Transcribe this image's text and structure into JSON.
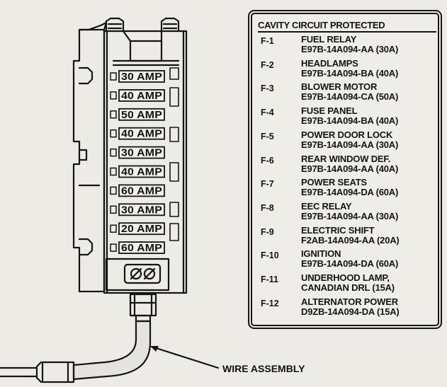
{
  "fuse_box": {
    "fuse_labels": [
      "30 AMP",
      "40 AMP",
      "50 AMP",
      "40 AMP",
      "30 AMP",
      "40 AMP",
      "60 AMP",
      "30 AMP",
      "20 AMP",
      "60 AMP"
    ]
  },
  "callout": {
    "wire_assembly": "WIRE ASSEMBLY"
  },
  "legend": {
    "header": "CAVITY CIRCUIT PROTECTED",
    "rows": [
      {
        "cavity": "F-1",
        "circuit": "FUEL RELAY",
        "part": "E97B-14A094-AA (30A)"
      },
      {
        "cavity": "F-2",
        "circuit": "HEADLAMPS",
        "part": "E97B-14A094-BA (40A)"
      },
      {
        "cavity": "F-3",
        "circuit": "BLOWER MOTOR",
        "part": "E97B-14A094-CA (50A)"
      },
      {
        "cavity": "F-4",
        "circuit": "FUSE PANEL",
        "part": "E97B-14A094-BA (40A)"
      },
      {
        "cavity": "F-5",
        "circuit": "POWER DOOR LOCK",
        "part": "E97B-14A094-AA (30A)"
      },
      {
        "cavity": "F-6",
        "circuit": "REAR WINDOW DEF.",
        "part": "E97B-14A094-AA (40A)"
      },
      {
        "cavity": "F-7",
        "circuit": "POWER SEATS",
        "part": "E97B-14A094-DA (60A)"
      },
      {
        "cavity": "F-8",
        "circuit": "EEC RELAY",
        "part": "E97B-14A094-AA (30A)"
      },
      {
        "cavity": "F-9",
        "circuit": "ELECTRIC SHIFT",
        "part": "F2AB-14A094-AA (20A)"
      },
      {
        "cavity": "F-10",
        "circuit": "IGNITION",
        "part": "E97B-14A094-DA (60A)"
      },
      {
        "cavity": "F-11",
        "circuit": "UNDERHOOD LAMP,",
        "part": "CANADIAN DRL (15A)"
      },
      {
        "cavity": "F-12",
        "circuit": "ALTERNATOR POWER",
        "part": "D9ZB-14A094-DA (15A)"
      }
    ]
  }
}
